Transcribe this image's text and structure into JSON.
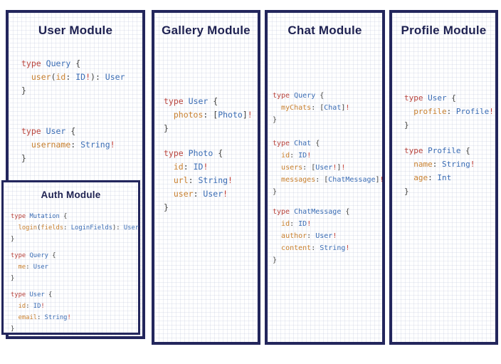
{
  "colors": {
    "border_navy": "#23265c",
    "title_navy": "#1e2151",
    "keyword_red": "#b8433c",
    "type_blue": "#3a6cb4",
    "field_orange": "#c8802f",
    "punctuation_gray": "#41413f",
    "exclamation_red": "#c13a31"
  },
  "panels": [
    {
      "id": "user",
      "title": "User Module",
      "blocks": [
        {
          "lines": [
            [
              [
                "k",
                "type"
              ],
              [
                "p",
                " "
              ],
              [
                "t",
                "Query"
              ],
              [
                "p",
                " {"
              ]
            ],
            [
              [
                "p",
                "  "
              ],
              [
                "f",
                "user"
              ],
              [
                "p",
                "("
              ],
              [
                "f",
                "id"
              ],
              [
                "p",
                ": "
              ],
              [
                "t",
                "ID"
              ],
              [
                "e",
                "!"
              ],
              [
                "p",
                "): "
              ],
              [
                "t",
                "User"
              ]
            ],
            [
              [
                "p",
                "}"
              ]
            ]
          ]
        },
        {
          "lines": [
            [
              [
                "k",
                "type"
              ],
              [
                "p",
                " "
              ],
              [
                "t",
                "User"
              ],
              [
                "p",
                " {"
              ]
            ],
            [
              [
                "p",
                "  "
              ],
              [
                "f",
                "username"
              ],
              [
                "p",
                ": "
              ],
              [
                "t",
                "String"
              ],
              [
                "e",
                "!"
              ]
            ],
            [
              [
                "p",
                "}"
              ]
            ]
          ]
        }
      ]
    },
    {
      "id": "gallery",
      "title": "Gallery Module",
      "blocks": [
        {
          "lines": [
            [
              [
                "k",
                "type"
              ],
              [
                "p",
                " "
              ],
              [
                "t",
                "User"
              ],
              [
                "p",
                " {"
              ]
            ],
            [
              [
                "p",
                "  "
              ],
              [
                "f",
                "photos"
              ],
              [
                "p",
                ": ["
              ],
              [
                "t",
                "Photo"
              ],
              [
                "p",
                "]"
              ],
              [
                "e",
                "!"
              ]
            ],
            [
              [
                "p",
                "}"
              ]
            ]
          ]
        },
        {
          "lines": [
            [
              [
                "k",
                "type"
              ],
              [
                "p",
                " "
              ],
              [
                "t",
                "Photo"
              ],
              [
                "p",
                " {"
              ]
            ],
            [
              [
                "p",
                "  "
              ],
              [
                "f",
                "id"
              ],
              [
                "p",
                ": "
              ],
              [
                "t",
                "ID"
              ],
              [
                "e",
                "!"
              ]
            ],
            [
              [
                "p",
                "  "
              ],
              [
                "f",
                "url"
              ],
              [
                "p",
                ": "
              ],
              [
                "t",
                "String"
              ],
              [
                "e",
                "!"
              ]
            ],
            [
              [
                "p",
                "  "
              ],
              [
                "f",
                "user"
              ],
              [
                "p",
                ": "
              ],
              [
                "t",
                "User"
              ],
              [
                "e",
                "!"
              ]
            ],
            [
              [
                "p",
                "}"
              ]
            ]
          ]
        }
      ]
    },
    {
      "id": "chat",
      "title": "Chat Module",
      "blocks": [
        {
          "lines": [
            [
              [
                "k",
                "type"
              ],
              [
                "p",
                " "
              ],
              [
                "t",
                "Query"
              ],
              [
                "p",
                " {"
              ]
            ],
            [
              [
                "p",
                "  "
              ],
              [
                "f",
                "myChats"
              ],
              [
                "p",
                ": ["
              ],
              [
                "t",
                "Chat"
              ],
              [
                "p",
                "]"
              ],
              [
                "e",
                "!"
              ]
            ],
            [
              [
                "p",
                "}"
              ]
            ]
          ]
        },
        {
          "lines": [
            [
              [
                "k",
                "type"
              ],
              [
                "p",
                " "
              ],
              [
                "t",
                "Chat"
              ],
              [
                "p",
                " {"
              ]
            ],
            [
              [
                "p",
                "  "
              ],
              [
                "f",
                "id"
              ],
              [
                "p",
                ": "
              ],
              [
                "t",
                "ID"
              ],
              [
                "e",
                "!"
              ]
            ],
            [
              [
                "p",
                "  "
              ],
              [
                "f",
                "users"
              ],
              [
                "p",
                ": ["
              ],
              [
                "t",
                "User"
              ],
              [
                "e",
                "!"
              ],
              [
                "p",
                "]"
              ],
              [
                "e",
                "!"
              ]
            ],
            [
              [
                "p",
                "  "
              ],
              [
                "f",
                "messages"
              ],
              [
                "p",
                ": ["
              ],
              [
                "t",
                "ChatMessage"
              ],
              [
                "p",
                "]"
              ],
              [
                "e",
                "!"
              ]
            ],
            [
              [
                "p",
                "}"
              ]
            ]
          ]
        },
        {
          "lines": [
            [
              [
                "k",
                "type"
              ],
              [
                "p",
                " "
              ],
              [
                "t",
                "ChatMessage"
              ],
              [
                "p",
                " {"
              ]
            ],
            [
              [
                "p",
                "  "
              ],
              [
                "f",
                "id"
              ],
              [
                "p",
                ": "
              ],
              [
                "t",
                "ID"
              ],
              [
                "e",
                "!"
              ]
            ],
            [
              [
                "p",
                "  "
              ],
              [
                "f",
                "author"
              ],
              [
                "p",
                ": "
              ],
              [
                "t",
                "User"
              ],
              [
                "e",
                "!"
              ]
            ],
            [
              [
                "p",
                "  "
              ],
              [
                "f",
                "content"
              ],
              [
                "p",
                ": "
              ],
              [
                "t",
                "String"
              ],
              [
                "e",
                "!"
              ]
            ],
            [
              [
                "p",
                "}"
              ]
            ]
          ]
        }
      ]
    },
    {
      "id": "profile",
      "title": "Profile Module",
      "blocks": [
        {
          "lines": [
            [
              [
                "k",
                "type"
              ],
              [
                "p",
                " "
              ],
              [
                "t",
                "User"
              ],
              [
                "p",
                " {"
              ]
            ],
            [
              [
                "p",
                "  "
              ],
              [
                "f",
                "profile"
              ],
              [
                "p",
                ": "
              ],
              [
                "t",
                "Profile"
              ],
              [
                "e",
                "!"
              ]
            ],
            [
              [
                "p",
                "}"
              ]
            ]
          ]
        },
        {
          "lines": [
            [
              [
                "k",
                "type"
              ],
              [
                "p",
                " "
              ],
              [
                "t",
                "Profile"
              ],
              [
                "p",
                " {"
              ]
            ],
            [
              [
                "p",
                "  "
              ],
              [
                "f",
                "name"
              ],
              [
                "p",
                ": "
              ],
              [
                "t",
                "String"
              ],
              [
                "e",
                "!"
              ]
            ],
            [
              [
                "p",
                "  "
              ],
              [
                "f",
                "age"
              ],
              [
                "p",
                ": "
              ],
              [
                "t",
                "Int"
              ]
            ],
            [
              [
                "p",
                "}"
              ]
            ]
          ]
        }
      ]
    },
    {
      "id": "auth",
      "title": "Auth Module",
      "blocks": [
        {
          "lines": [
            [
              [
                "k",
                "type"
              ],
              [
                "p",
                " "
              ],
              [
                "t",
                "Mutation"
              ],
              [
                "p",
                " {"
              ]
            ],
            [
              [
                "p",
                "  "
              ],
              [
                "f",
                "login"
              ],
              [
                "p",
                "("
              ],
              [
                "f",
                "fields"
              ],
              [
                "p",
                ": "
              ],
              [
                "t",
                "LoginFields"
              ],
              [
                "p",
                "): "
              ],
              [
                "t",
                "User"
              ]
            ],
            [
              [
                "p",
                "}"
              ]
            ]
          ]
        },
        {
          "lines": [
            [
              [
                "k",
                "type"
              ],
              [
                "p",
                " "
              ],
              [
                "t",
                "Query"
              ],
              [
                "p",
                " {"
              ]
            ],
            [
              [
                "p",
                "  "
              ],
              [
                "f",
                "me"
              ],
              [
                "p",
                ": "
              ],
              [
                "t",
                "User"
              ]
            ],
            [
              [
                "p",
                "}"
              ]
            ]
          ]
        },
        {
          "lines": [
            [
              [
                "k",
                "type"
              ],
              [
                "p",
                " "
              ],
              [
                "t",
                "User"
              ],
              [
                "p",
                " {"
              ]
            ],
            [
              [
                "p",
                "  "
              ],
              [
                "f",
                "id"
              ],
              [
                "p",
                ": "
              ],
              [
                "t",
                "ID"
              ],
              [
                "e",
                "!"
              ]
            ],
            [
              [
                "p",
                "  "
              ],
              [
                "f",
                "email"
              ],
              [
                "p",
                ": "
              ],
              [
                "t",
                "String"
              ],
              [
                "e",
                "!"
              ]
            ],
            [
              [
                "p",
                "}"
              ]
            ]
          ]
        }
      ]
    }
  ]
}
